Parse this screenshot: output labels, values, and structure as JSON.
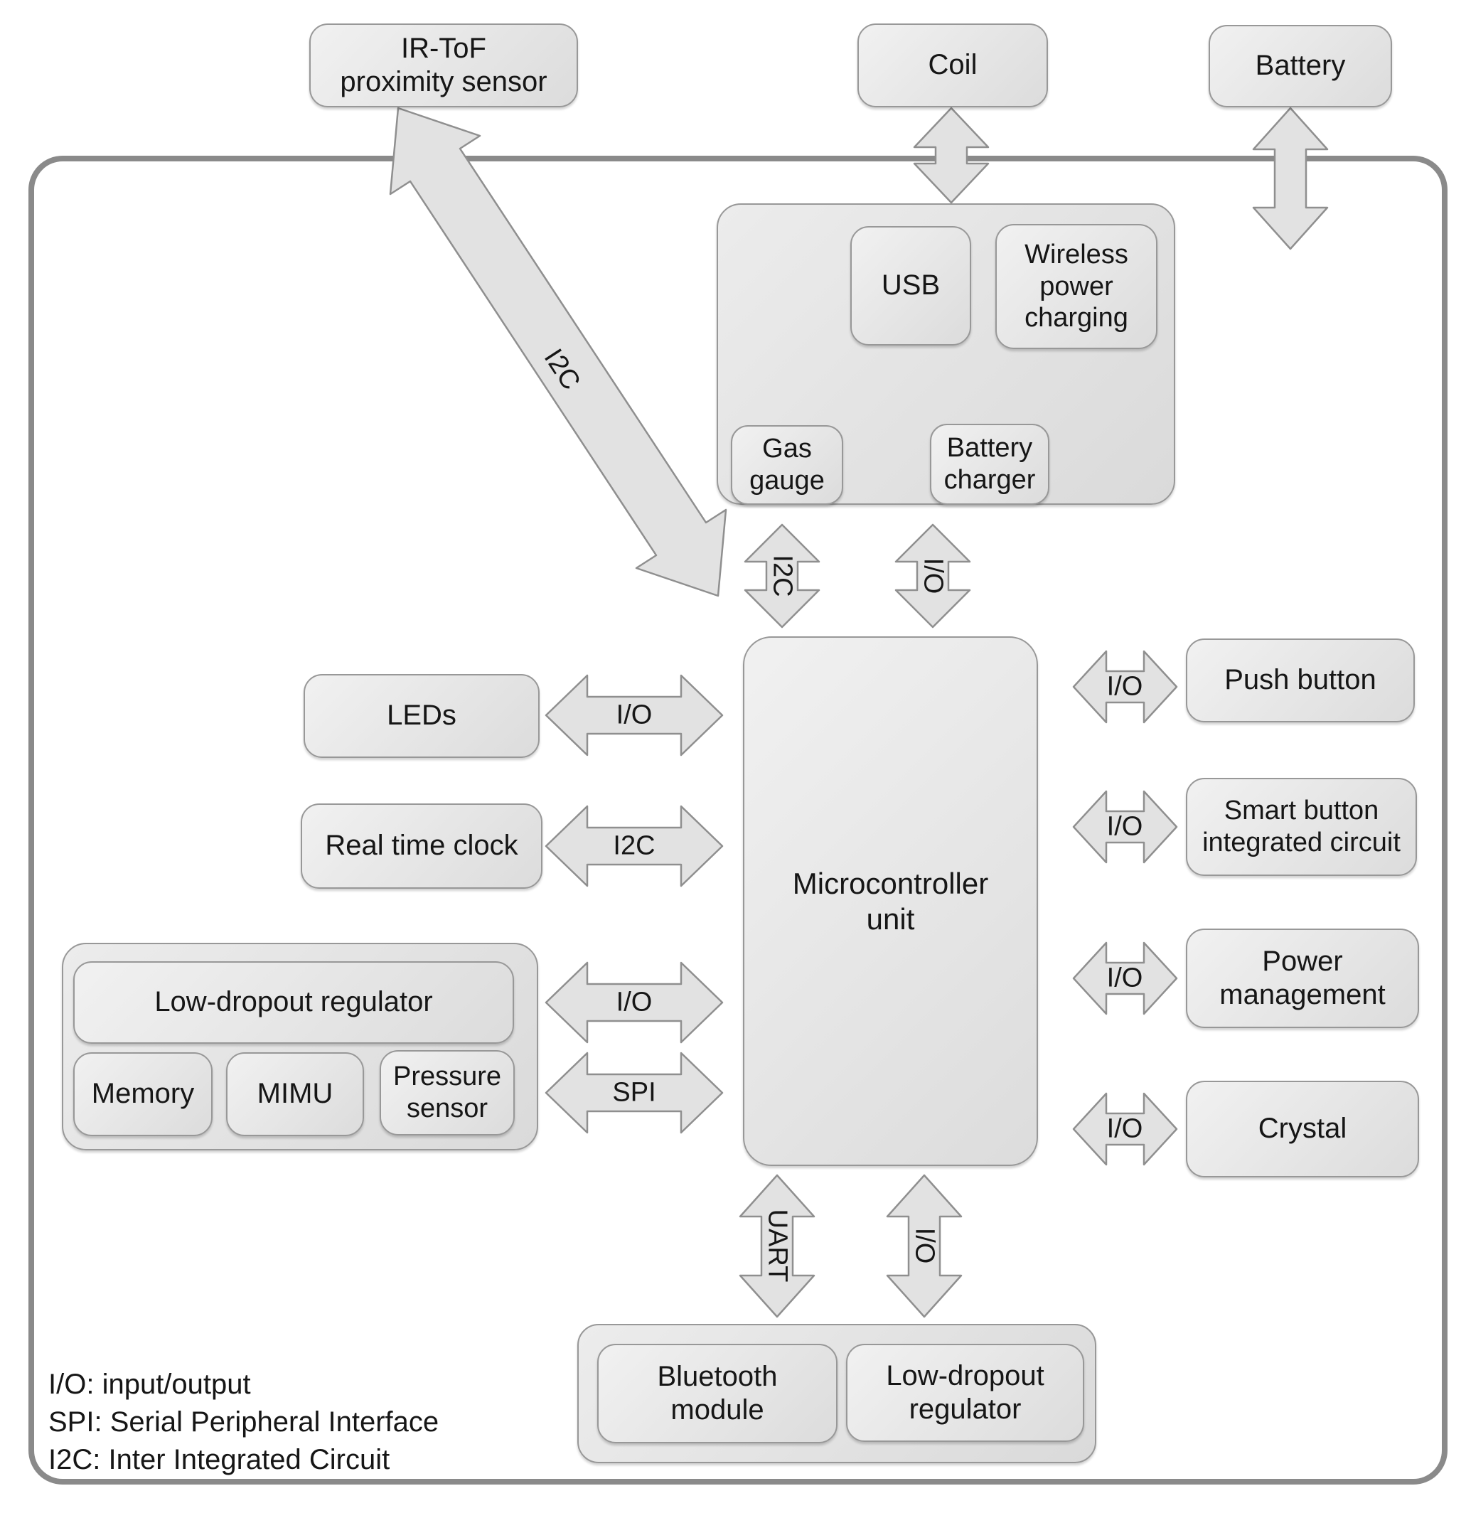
{
  "boxes": {
    "ir_tof": {
      "label": "IR-ToF\nproximity sensor"
    },
    "coil": {
      "label": "Coil"
    },
    "battery": {
      "label": "Battery"
    },
    "usb": {
      "label": "USB"
    },
    "wireless_power_charging": {
      "label": "Wireless\npower\ncharging"
    },
    "gas_gauge": {
      "label": "Gas\ngauge"
    },
    "battery_charger": {
      "label": "Battery\ncharger"
    },
    "mcu": {
      "label": "Microcontroller\nunit"
    },
    "leds": {
      "label": "LEDs"
    },
    "real_time_clock": {
      "label": "Real time clock"
    },
    "low_dropout_regulator_left": {
      "label": "Low-dropout regulator"
    },
    "memory": {
      "label": "Memory"
    },
    "mimu": {
      "label": "MIMU"
    },
    "pressure_sensor": {
      "label": "Pressure\nsensor"
    },
    "push_button": {
      "label": "Push button"
    },
    "smart_button_ic": {
      "label": "Smart button\nintegrated circuit"
    },
    "power_management": {
      "label": "Power\nmanagement"
    },
    "crystal": {
      "label": "Crystal"
    },
    "bluetooth_module": {
      "label": "Bluetooth\nmodule"
    },
    "low_dropout_regulator_bottom": {
      "label": "Low-dropout\nregulator"
    }
  },
  "bus": {
    "i2c_diagonal": "I2C",
    "i2c_power": "I2C",
    "io_power": "I/O",
    "io_leds": "I/O",
    "i2c_rtc": "I2C",
    "io_sensor": "I/O",
    "spi_sensor": "SPI",
    "io_push_button": "I/O",
    "io_smart_button": "I/O",
    "io_power_management": "I/O",
    "io_crystal": "I/O",
    "uart": "UART",
    "io_bottom": "I/O"
  },
  "legend": {
    "lines": [
      "I/O: input/output",
      "SPI: Serial Peripheral Interface",
      "I2C: Inter Integrated Circuit"
    ]
  },
  "colors": {
    "box_fill_light": "#f1f1f1",
    "box_fill_dark": "#dcdcdc",
    "box_border": "#989898",
    "frame_border": "#8a8a8a",
    "arrow_fill": "#e2e2e2",
    "arrow_stroke": "#8f8f8f",
    "text": "#161616"
  }
}
